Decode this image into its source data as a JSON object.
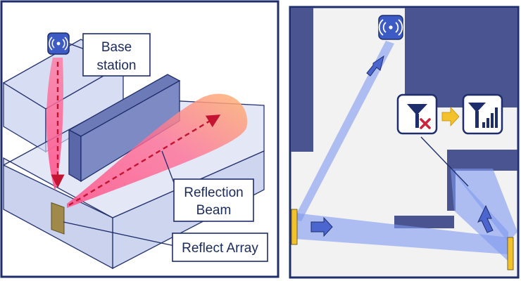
{
  "left_panel": {
    "label_base_station": [
      "Base",
      "station"
    ],
    "label_reflection_beam": [
      "Reflection",
      "Beam"
    ],
    "label_reflect_array": "Reflect Array",
    "icons": [
      "base-station-icon",
      "reflect-array-panel"
    ]
  },
  "right_panel": {
    "icons": [
      "base-station-icon",
      "no-signal-icon",
      "full-signal-icon",
      "transition-arrow-icon",
      "reflector-left",
      "reflector-right"
    ]
  },
  "colors": {
    "frame": "#1e2d6b",
    "wall_fill": "#4a5490",
    "floor": "#f2f2f2",
    "beam": "#6f8ff0",
    "station": "#3d5bc4",
    "beam_pink": "#ff5f8f",
    "reflector": "#f3c12b"
  }
}
